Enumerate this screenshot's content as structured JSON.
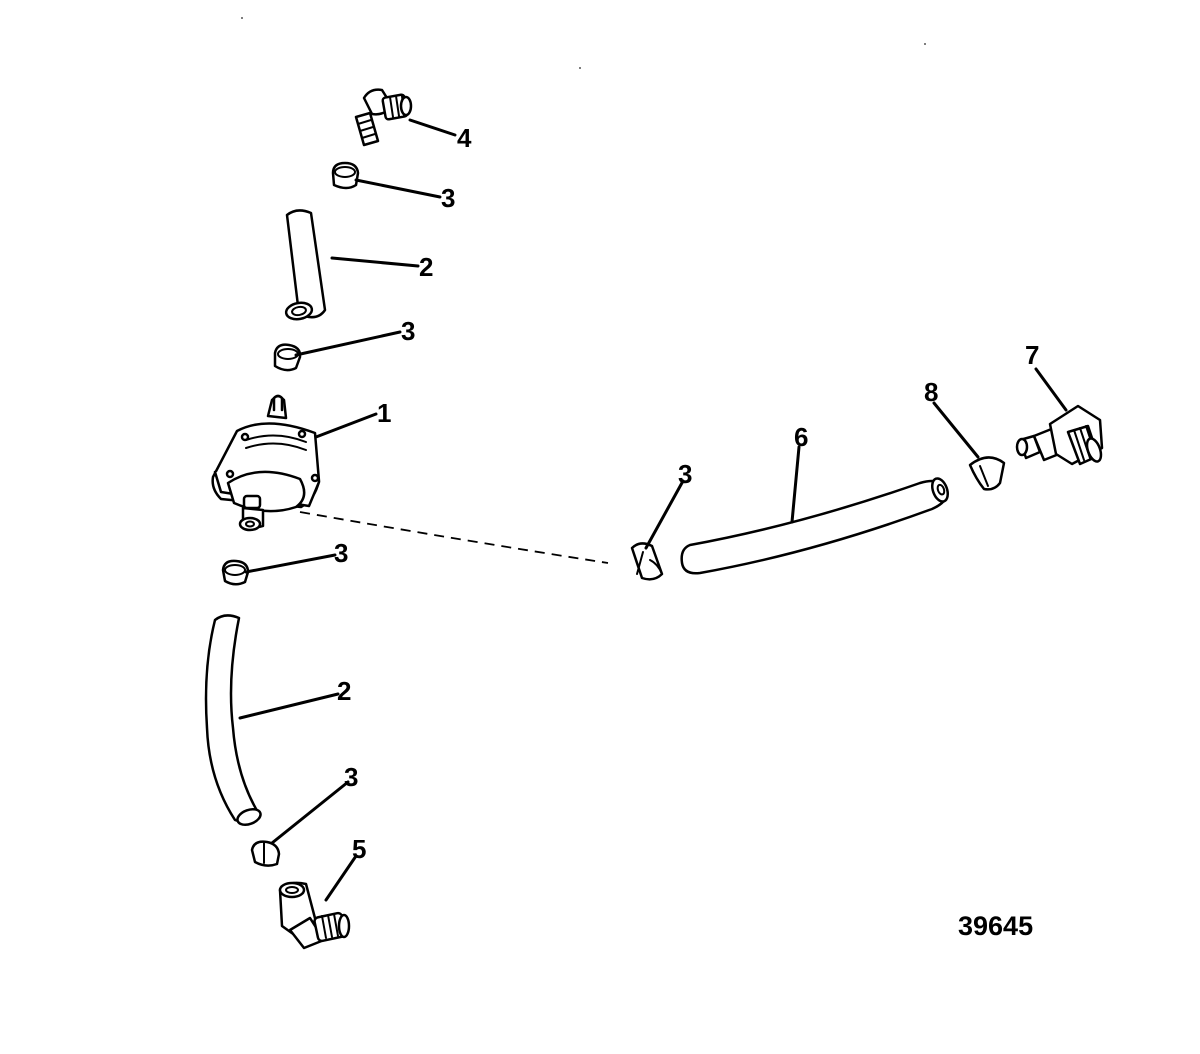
{
  "diagram": {
    "figure_number": "39645",
    "callouts": [
      {
        "id": "c4-top",
        "label": "4"
      },
      {
        "id": "c3-a",
        "label": "3"
      },
      {
        "id": "c2-top",
        "label": "2"
      },
      {
        "id": "c3-b",
        "label": "3"
      },
      {
        "id": "c1",
        "label": "1"
      },
      {
        "id": "c3-c",
        "label": "3"
      },
      {
        "id": "c2-bottom",
        "label": "2"
      },
      {
        "id": "c3-d",
        "label": "3"
      },
      {
        "id": "c5",
        "label": "5"
      },
      {
        "id": "c3-e",
        "label": "3"
      },
      {
        "id": "c6",
        "label": "6"
      },
      {
        "id": "c8",
        "label": "8"
      },
      {
        "id": "c7",
        "label": "7"
      }
    ]
  }
}
